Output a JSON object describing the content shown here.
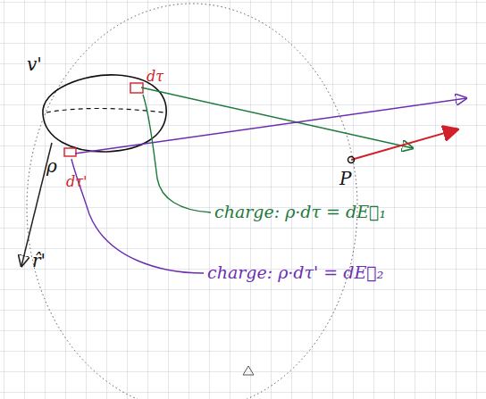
{
  "diagram": {
    "labels": [
      "v'",
      "ρ",
      "dτ",
      "P",
      "charge: ρ·dτ = dE⃗₁",
      "dτ'",
      "charge: ρ·dτ' = dE⃗₂",
      "r̂'"
    ]
  }
}
